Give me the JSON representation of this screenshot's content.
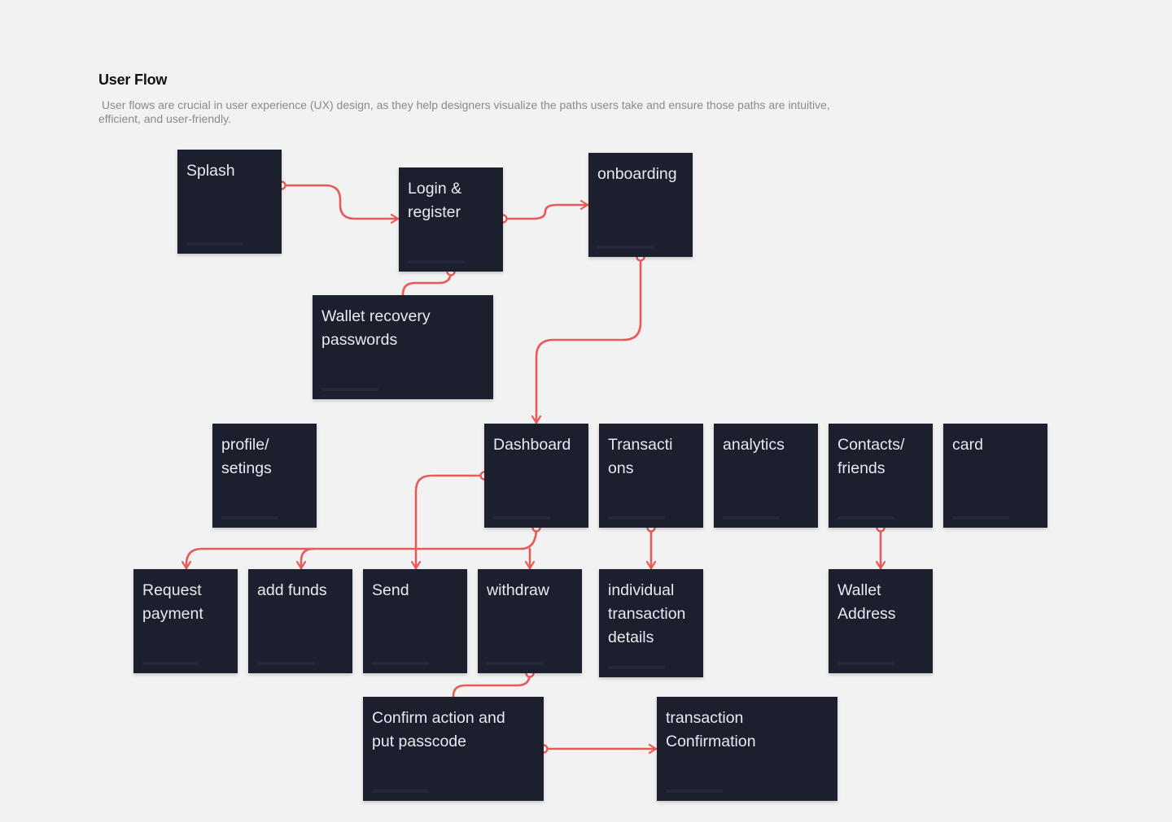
{
  "header": {
    "title": "User Flow",
    "description": " User flows are crucial in user experience (UX) design, as they help designers visualize the paths users take and ensure those paths are intuitive, efficient, and user-friendly."
  },
  "colors": {
    "background": "#f2f2f2",
    "node": "#1b1f2e",
    "node_text": "#e9eaee",
    "connector": "#e85a5a"
  },
  "nodes": [
    {
      "id": "splash",
      "label": "Splash"
    },
    {
      "id": "login",
      "label": "Login &\nregister"
    },
    {
      "id": "onboarding",
      "label": "onboarding"
    },
    {
      "id": "wallet-recovery",
      "label": "Wallet recovery\npasswords"
    },
    {
      "id": "profile",
      "label": "profile/\nsetings"
    },
    {
      "id": "dashboard",
      "label": "Dashboard"
    },
    {
      "id": "transactions",
      "label": "Transacti\nons"
    },
    {
      "id": "analytics",
      "label": "analytics"
    },
    {
      "id": "contacts",
      "label": "Contacts/\nfriends"
    },
    {
      "id": "card",
      "label": "card"
    },
    {
      "id": "request-payment",
      "label": "Request\npayment"
    },
    {
      "id": "add-funds",
      "label": "add funds"
    },
    {
      "id": "send",
      "label": "Send"
    },
    {
      "id": "withdraw",
      "label": "withdraw"
    },
    {
      "id": "transaction-details",
      "label": "individual\ntransaction\ndetails"
    },
    {
      "id": "wallet-address",
      "label": "Wallet\nAddress"
    },
    {
      "id": "confirm-passcode",
      "label": "Confirm action and\nput passcode"
    },
    {
      "id": "transaction-confirmation",
      "label": "transaction\nConfirmation"
    }
  ],
  "edges": [
    {
      "from": "splash",
      "to": "login"
    },
    {
      "from": "login",
      "to": "onboarding"
    },
    {
      "from": "login",
      "to": "wallet-recovery"
    },
    {
      "from": "onboarding",
      "to": "dashboard"
    },
    {
      "from": "dashboard",
      "to": "send"
    },
    {
      "from": "dashboard",
      "to": "request-payment"
    },
    {
      "from": "dashboard",
      "to": "add-funds"
    },
    {
      "from": "dashboard",
      "to": "withdraw"
    },
    {
      "from": "transactions",
      "to": "transaction-details"
    },
    {
      "from": "contacts",
      "to": "wallet-address"
    },
    {
      "from": "withdraw",
      "to": "confirm-passcode"
    },
    {
      "from": "confirm-passcode",
      "to": "transaction-confirmation"
    }
  ]
}
